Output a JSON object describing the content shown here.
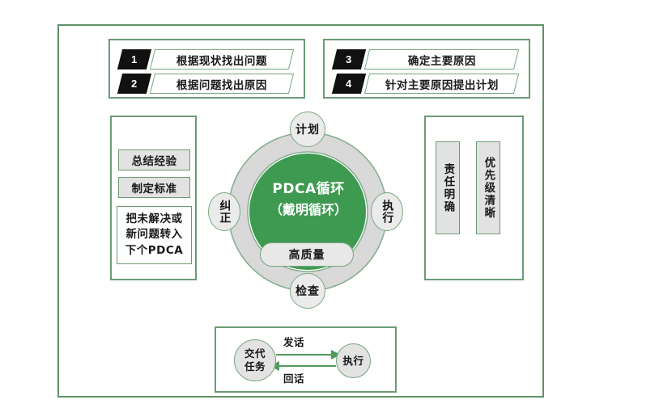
{
  "diagram": {
    "title_center": {
      "line1": "PDCA循环",
      "line2": "（戴明循环）"
    },
    "quality_pill": "高质量",
    "cycle_nodes": [
      {
        "key": "plan",
        "label": "计划",
        "icon": "arrow-up-icon"
      },
      {
        "key": "do",
        "label": "执行",
        "icon": "arrow-right-icon"
      },
      {
        "key": "check",
        "label": "检查",
        "icon": "arrow-down-icon"
      },
      {
        "key": "act",
        "label": "纠正",
        "icon": "arrow-left-icon"
      }
    ],
    "top_left_steps": [
      {
        "number": "1",
        "text": "根据现状找出问题"
      },
      {
        "number": "2",
        "text": "根据问题找出原因"
      }
    ],
    "top_right_steps": [
      {
        "number": "3",
        "text": "确定主要原因"
      },
      {
        "number": "4",
        "text": "针对主要原因提出计划"
      }
    ],
    "left_panel_items": [
      {
        "text": "总结经验",
        "style": "filled"
      },
      {
        "text": "制定标准",
        "style": "filled"
      },
      {
        "lines": [
          "把未解决或",
          "新问题转入",
          "下个PDCA"
        ],
        "style": "plain"
      }
    ],
    "right_panel_items": [
      {
        "text": "责任明确"
      },
      {
        "text": "优先级清晰"
      }
    ],
    "bottom_flow": {
      "from_label": [
        "交代",
        "任务"
      ],
      "to_label": "执行",
      "forward_arrow_label": "发话",
      "return_arrow_label": "回话"
    },
    "colors": {
      "frame_green": "#5f9268",
      "box_green": "#6b9b74",
      "inner_circle_green": "#3f9a51",
      "ring_gray": "#d9d9d9",
      "arrow_green": "#4f9a5c",
      "chip_gray": "#e2e2e2",
      "badge_black": "#111111",
      "text_white": "#ffffff",
      "text_dark": "#1a1a1a"
    }
  }
}
